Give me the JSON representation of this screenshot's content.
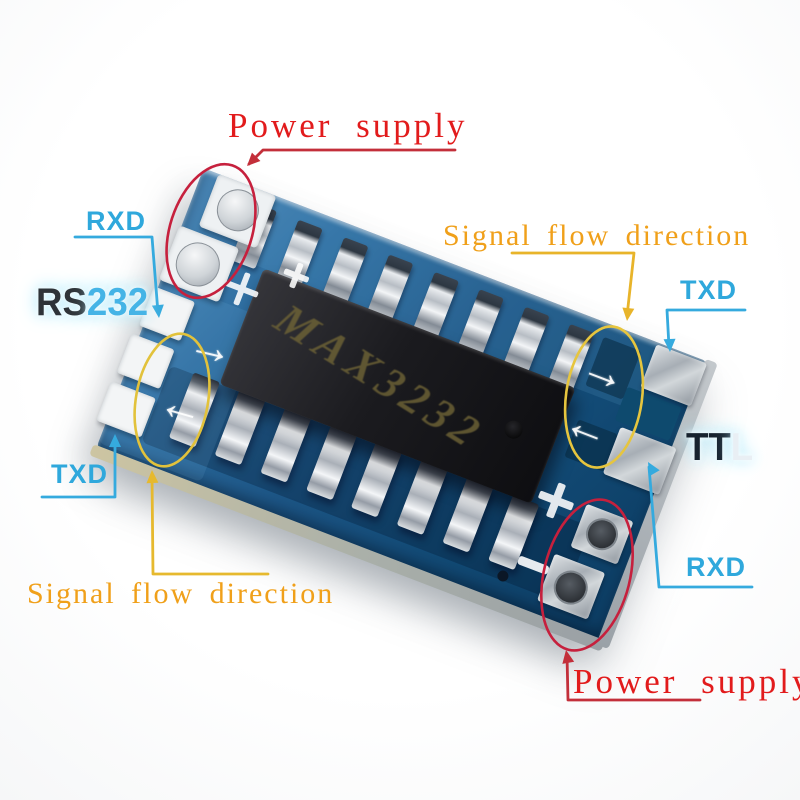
{
  "image": {
    "description": "Annotated product photo of a mini RS232 to TTL level converter module",
    "background_color": "#ffffff"
  },
  "board": {
    "chip_label": "MAX3232",
    "pin_count_top": 8,
    "pin_count_bottom": 8,
    "silkscreen": {
      "plus": "+",
      "minus": "−",
      "arrow_right": "→",
      "arrow_left": "←"
    }
  },
  "side_labels": {
    "rs232": {
      "part1": "RS",
      "part2": "232"
    },
    "ttl": {
      "part1": "TT",
      "part2": "L"
    }
  },
  "annotations": {
    "power_supply_top": {
      "label": "Power supply",
      "color": "#e21b1c"
    },
    "rxd_left": {
      "label": "RXD",
      "color": "#2fa8dc"
    },
    "txd_left": {
      "label": "TXD",
      "color": "#2fa8dc"
    },
    "signal_flow_top": {
      "label": "Signal flow direction",
      "color": "#f0a01a"
    },
    "signal_flow_bottom": {
      "label": "Signal flow direction",
      "color": "#f0a01a"
    },
    "txd_right": {
      "label": "TXD",
      "color": "#2fa8dc"
    },
    "rxd_right": {
      "label": "RXD",
      "color": "#2fa8dc"
    },
    "power_supply_bottom": {
      "label": "Power supply",
      "color": "#e21b1c"
    }
  },
  "colors": {
    "annotation_red": "#e21b1c",
    "annotation_cyan": "#2fa8dc",
    "annotation_orange": "#f0a01a",
    "highlight_yellow": "#e2c23b",
    "highlight_red": "#c6203d",
    "pcb_blue": "#1c5585",
    "chip_black": "#1a1a1d",
    "pin_silver": "#c6cbd1"
  }
}
